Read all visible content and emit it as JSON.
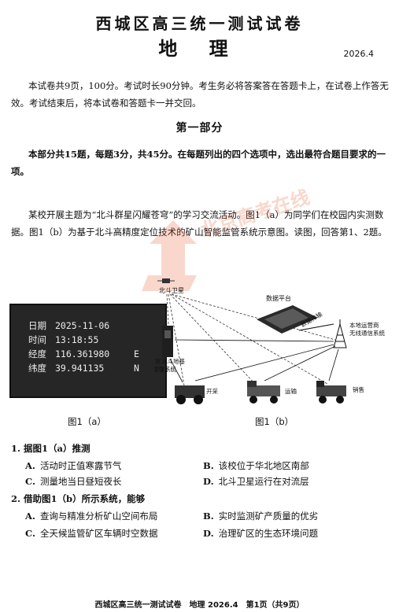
{
  "header": {
    "title": "西城区高三统一测试试卷",
    "subject": "地 理",
    "date": "2026.4"
  },
  "instructions": "本试卷共9页，100分。考试时长90分钟。考生务必将答案答在答题卡上，在试卷上作答无效。考试结束后，将本试卷和答题卡一并交回。",
  "part1": {
    "title": "第一部分",
    "description": "本部分共15题，每题3分，共45分。在每题列出的四个选项中，选出最符合题目要求的一项。"
  },
  "stem": "某校开展主题为“北斗群星闪耀苍穹”的学习交流活动。图1（a）为同学们在校园内实测数据。图1（b）为基于北斗高精度定位技术的矿山智能监管系统示意图。读图，回答第1、2题。",
  "watermark": "北京高考在线",
  "figure_a": {
    "rows": [
      {
        "key": "日期",
        "value": "2025-11-06",
        "suffix": ""
      },
      {
        "key": "时间",
        "value": "13:18:55",
        "suffix": ""
      },
      {
        "key": "经度",
        "value": "116.361980",
        "suffix": "E"
      },
      {
        "key": "纬度",
        "value": "39.941135",
        "suffix": "N"
      }
    ],
    "caption": "图1（a）"
  },
  "figure_b": {
    "satellite": "北斗卫星",
    "platform": "数据平台",
    "transmission": "数据传输",
    "station": [
      "本地运营商",
      "无线通信系统"
    ],
    "base": [
      "矿区北斗地基",
      "增强系统"
    ],
    "truck1": "开采",
    "truck2": "运输",
    "truck3": "销售",
    "caption": "图1（b）"
  },
  "questions": [
    {
      "number": "1.",
      "text": "据图1（a）推测",
      "options": [
        {
          "letter": "A.",
          "text": "活动时正值寒露节气"
        },
        {
          "letter": "B.",
          "text": "该校位于华北地区南部"
        },
        {
          "letter": "C.",
          "text": "测量地当日昼短夜长"
        },
        {
          "letter": "D.",
          "text": "北斗卫星运行在对流层"
        }
      ]
    },
    {
      "number": "2.",
      "text": "借助图1（b）所示系统，能够",
      "options": [
        {
          "letter": "A.",
          "text": "查询与精准分析矿山空间布局"
        },
        {
          "letter": "B.",
          "text": "实时监测矿产质量的优劣"
        },
        {
          "letter": "C.",
          "text": "全天候监管矿区车辆时空数据"
        },
        {
          "letter": "D.",
          "text": "治理矿区的生态环境问题"
        }
      ]
    }
  ],
  "footer": "西城区高三统一测试试卷　地理 2026.4　第1页（共9页）"
}
